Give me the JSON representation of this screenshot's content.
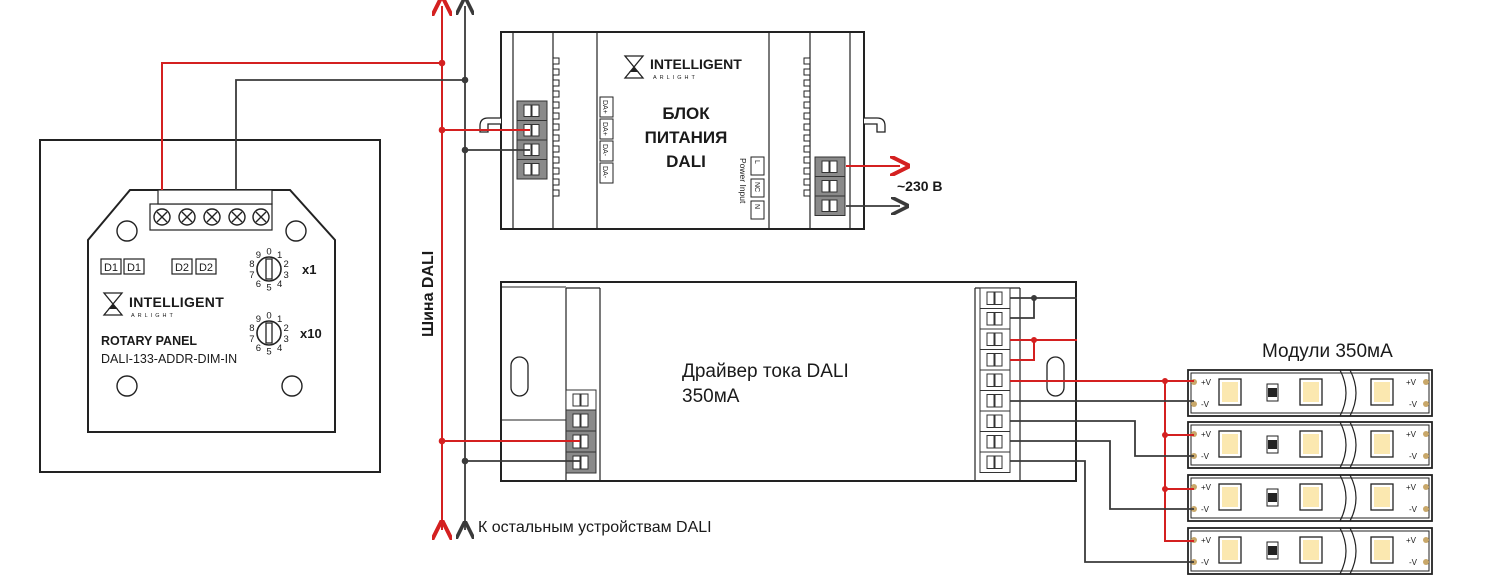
{
  "panel": {
    "buttons": [
      "D1",
      "D1",
      "D2",
      "D2"
    ],
    "dial_digits": [
      "0",
      "1",
      "2",
      "3",
      "4",
      "5",
      "6",
      "7",
      "8",
      "9"
    ],
    "dial_top_label": "x1",
    "dial_bottom_label": "x10",
    "logo_name": "INTELLIGENT",
    "logo_sub": "ARLIGHT",
    "title": "ROTARY PANEL",
    "model": "DALI-133-ADDR-DIM-IN"
  },
  "power_supply": {
    "logo_name": "INTELLIGENT",
    "logo_sub": "ARLIGHT",
    "title_lines": [
      "БЛОК",
      "ПИТАНИЯ",
      "DALI"
    ],
    "dali_pins": [
      "DA+",
      "DA+",
      "DA-",
      "DA-"
    ],
    "power_pins": [
      "L",
      "NC",
      "N"
    ],
    "power_input_label": "Power Input",
    "mains_label": "~230 В"
  },
  "bus": {
    "label": "Шина DALI",
    "other_devices_label": "К остальным устройствам DALI"
  },
  "driver": {
    "title_line1": "Драйвер тока DALI",
    "title_line2": "350мА"
  },
  "modules": {
    "title": "Модули 350мА",
    "plus_label": "+V",
    "minus_label": "-V",
    "count": 4
  },
  "colors": {
    "positive_wire": "#d42020",
    "negative_wire": "#3a3a3a",
    "terminal": "#8a8a8a",
    "led_chip": "#fbe8b0"
  }
}
